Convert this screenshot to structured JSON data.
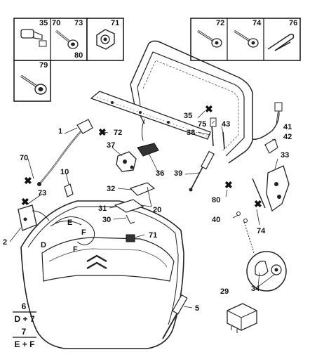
{
  "inset_boxes": {
    "top_left": [
      {
        "id": "35",
        "label": "35"
      },
      {
        "id": "70",
        "label": "70"
      },
      {
        "id": "73",
        "label": "73"
      },
      {
        "id": "71",
        "label": "71"
      },
      {
        "id": "80",
        "label": "80"
      },
      {
        "id": "79",
        "label": "79"
      }
    ],
    "top_right": [
      {
        "id": "72",
        "label": "72"
      },
      {
        "id": "74",
        "label": "74"
      },
      {
        "id": "76",
        "label": "76"
      }
    ]
  },
  "callouts": {
    "c1": "1",
    "c72": "72",
    "c70": "70",
    "c10": "10",
    "c73": "73",
    "c37": "37",
    "c36": "36",
    "c35": "35",
    "c75": "75",
    "c43": "43",
    "c38": "38",
    "c41": "41",
    "c42": "42",
    "c39": "39",
    "c33": "33",
    "c32": "32",
    "c31": "31",
    "c20": "20",
    "c30": "30",
    "c80": "80",
    "c40": "40",
    "c74": "74",
    "c2": "2",
    "cE1": "E",
    "cF1": "F",
    "cD": "D",
    "cF2": "F",
    "c71": "71",
    "c34": "34",
    "c29": "29",
    "c5": "5"
  },
  "fractions": [
    {
      "num": "6",
      "den": "D + 7"
    },
    {
      "num": "7",
      "den": "E + F"
    }
  ]
}
